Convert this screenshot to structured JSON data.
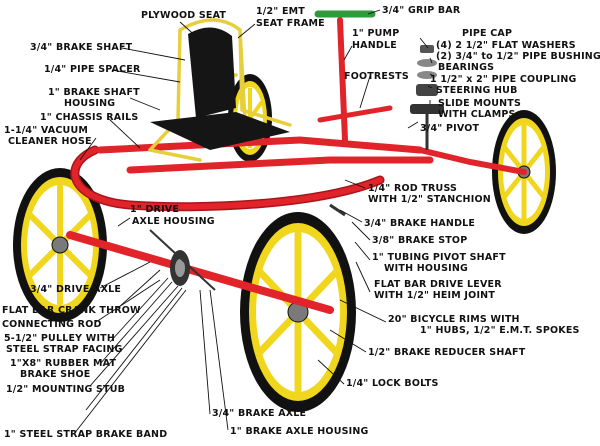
{
  "labels": {
    "plywood_seat": "PLYWOOD SEAT",
    "emt_seat_frame_1": "1/2\" EMT",
    "emt_seat_frame_2": "SEAT FRAME",
    "grip_bar": "3/4\" GRIP BAR",
    "pump_handle_1": "1\" PUMP",
    "pump_handle_2": "HANDLE",
    "pipe_cap": "PIPE CAP",
    "flat_washers": "(4) 2 1/2\" FLAT WASHERS",
    "pipe_bushing": "(2) 3/4\" to 1/2\" PIPE BUSHING",
    "bearings": "BEARINGS",
    "pipe_coupling": "1 1/2\" x 2\" PIPE COUPLING",
    "steering_hub": "STEERING HUB",
    "slide_mounts_1": "SLIDE MOUNTS",
    "slide_mounts_2": "WITH CLAMPS",
    "pivot": "3/4\" PIVOT",
    "footrests": "FOOTRESTS",
    "brake_shaft": "3/4\" BRAKE SHAFT",
    "pipe_spacer": "1/4\" PIPE SPACER",
    "brake_shaft_housing_1": "1\" BRAKE SHAFT",
    "brake_shaft_housing_2": "HOUSING",
    "chassis_rails": "1\" CHASSIS RAILS",
    "vacuum_hose_1": "1-1/4\" VACUUM",
    "vacuum_hose_2": "CLEANER HOSE",
    "rod_truss_1": "1/4\" ROD TRUSS",
    "rod_truss_2": "WITH 1/2\" STANCHION",
    "drive_axle_housing_1": "1\" DRIVE",
    "drive_axle_housing_2": "AXLE HOUSING",
    "brake_handle": "3/4\" BRAKE HANDLE",
    "brake_stop": "3/8\" BRAKE STOP",
    "tubing_pivot_1": "1\" TUBING PIVOT SHAFT",
    "tubing_pivot_2": "WITH HOUSING",
    "flat_bar_lever_1": "FLAT BAR DRIVE LEVER",
    "flat_bar_lever_2": "WITH 1/2\" HEIM JOINT",
    "drive_axle": "3/4\" DRIVE AXLE",
    "crank_throw": "FLAT BAR CRANK THROW",
    "connecting_rod": "CONNECTING ROD",
    "pulley_1": "5-1/2\" PULLEY WITH",
    "pulley_2": "STEEL STRAP FACING",
    "rubber_mat_1": "1\"X8\" RUBBER MAT",
    "rubber_mat_2": "BRAKE SHOE",
    "bicycle_rims_1": "20\" BICYCLE RIMS WITH",
    "bicycle_rims_2": "1\" HUBS, 1/2\" E.M.T. SPOKES",
    "brake_reducer": "1/2\" BRAKE REDUCER SHAFT",
    "mounting_stub": "1/2\" MOUNTING STUB",
    "lock_bolts": "1/4\" LOCK BOLTS",
    "steel_strap_band": "1\" STEEL STRAP BRAKE BAND",
    "brake_axle": "3/4\" BRAKE AXLE",
    "brake_axle_housing": "1\" BRAKE AXLE HOUSING"
  },
  "colors": {
    "frame_red": "#e0242a",
    "frame_dark_red": "#a8141a",
    "wheel_yellow": "#f0d61c",
    "seat_frame_yellow": "#e6cf3a",
    "tire_black": "#111111",
    "seat_black": "#151515",
    "hub_gray": "#7a7a7a"
  }
}
